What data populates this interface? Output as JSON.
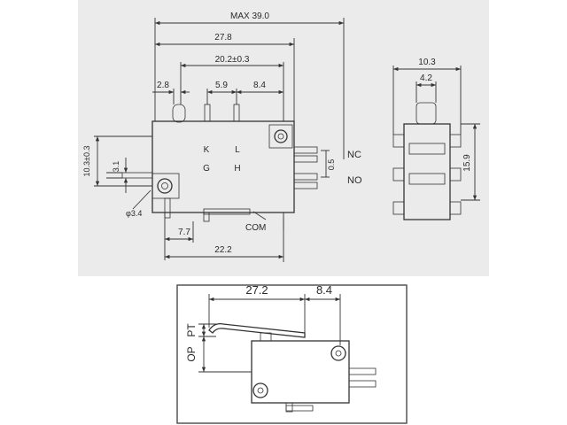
{
  "top_view": {
    "dims": {
      "max_length": "MAX 39.0",
      "length_27_8": "27.8",
      "pin_span": "20.2±0.3",
      "d_2_8": "2.8",
      "d_5_9": "5.9",
      "d_8_4": "8.4",
      "height_10_3": "10.3±0.3",
      "d_3_1": "3.1",
      "hole_3_4": "φ3.4",
      "d_7_7": "7.7",
      "d_22_2": "22.2",
      "d_0_5": "0.5"
    },
    "body_labels": {
      "k": "K",
      "l": "L",
      "g": "G",
      "h": "H"
    },
    "terminals": {
      "nc": "NC",
      "no": "NO",
      "com": "COM"
    }
  },
  "side_view": {
    "dims": {
      "width": "10.3",
      "inner": "4.2",
      "height": "15.9"
    }
  },
  "actuator_view": {
    "dims": {
      "d_27_2": "27.2",
      "d_8_4": "8.4",
      "pt": "PT",
      "op": "OP"
    }
  },
  "colors": {
    "background": "#ebebeb",
    "line": "#333333",
    "frame": "#555555"
  }
}
